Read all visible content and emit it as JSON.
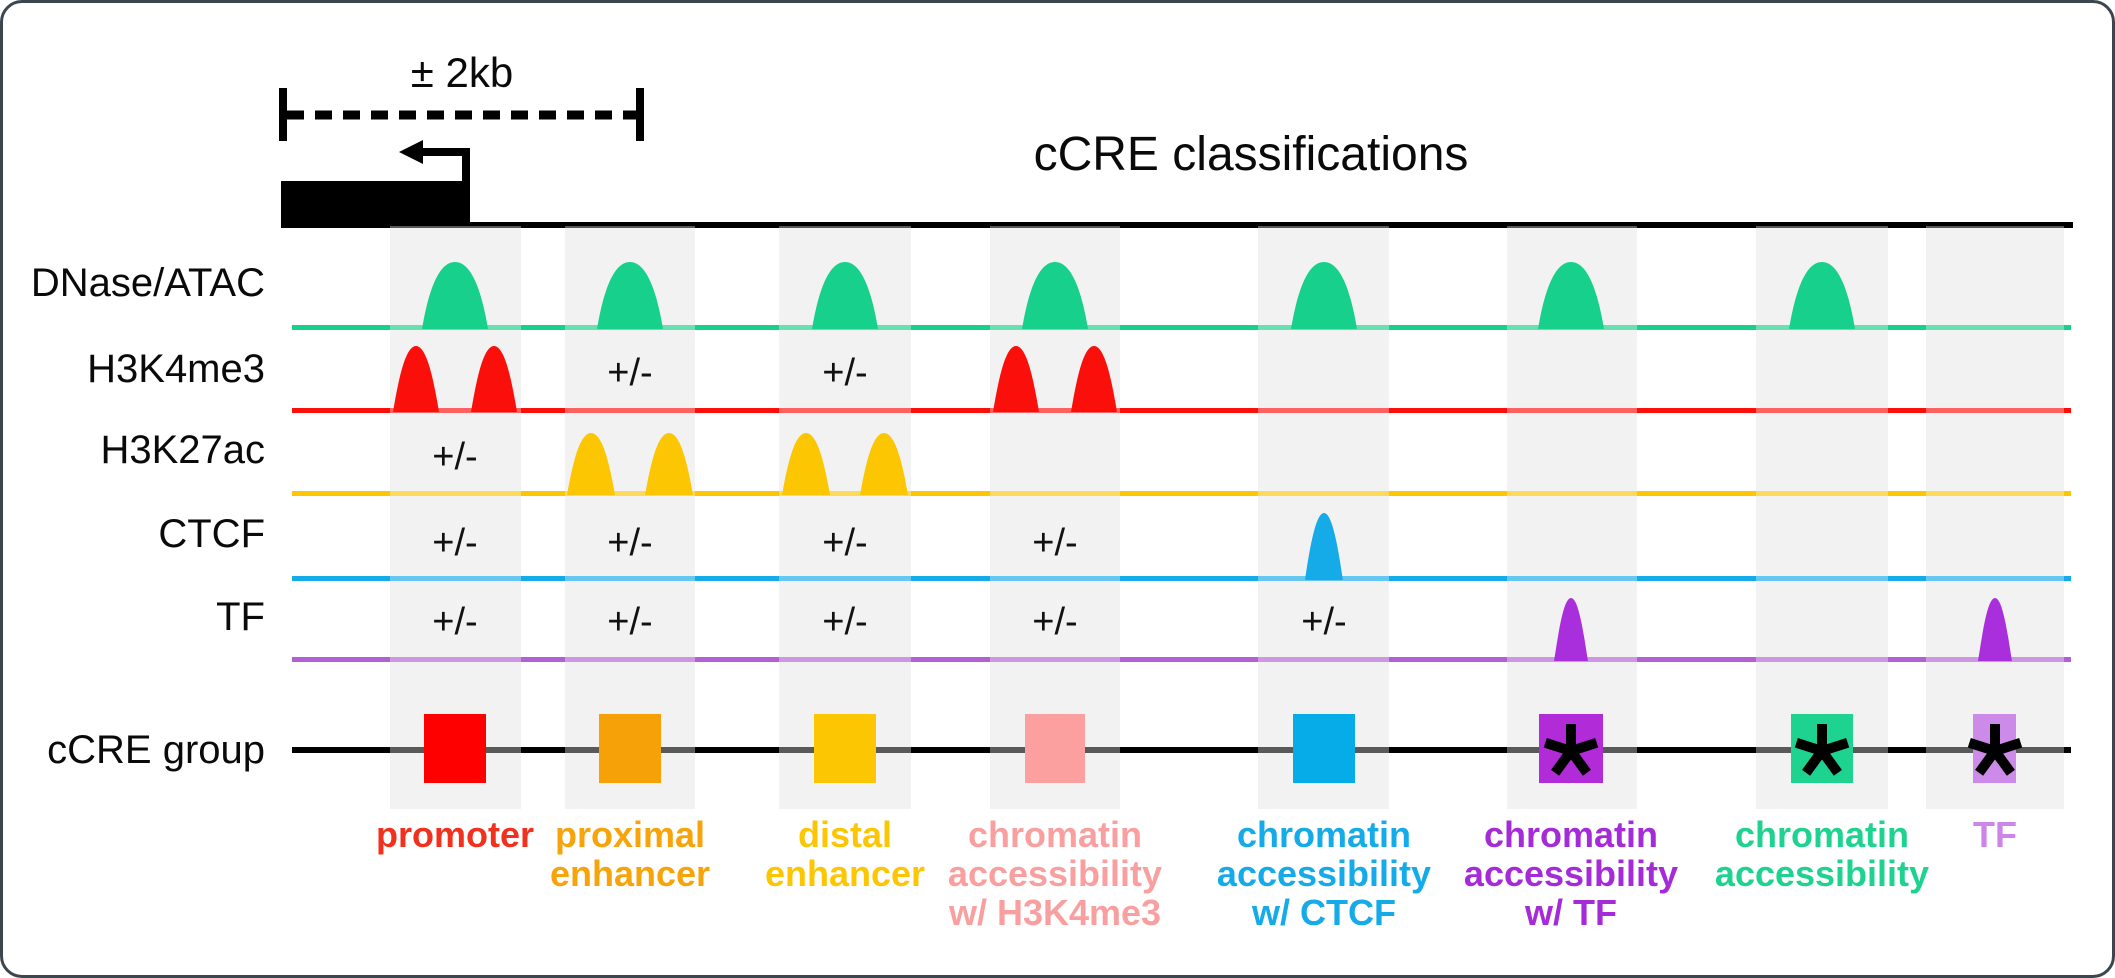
{
  "header": {
    "title": "cCRE classifications",
    "scale_label": "± 2kb"
  },
  "tracks": {
    "plus_minus": "+/-",
    "rows": [
      {
        "label": "DNase/ATAC",
        "color": "#17d08c"
      },
      {
        "label": "H3K4me3",
        "color": "#fb0f0b"
      },
      {
        "label": "H3K27ac",
        "color": "#fcc602"
      },
      {
        "label": "CTCF",
        "color": "#14abe8"
      },
      {
        "label": "TF",
        "color": "#b260d6"
      }
    ],
    "group_row_label": "cCRE group"
  },
  "groups": [
    {
      "label_lines": [
        "promoter"
      ],
      "color": "#f2301e",
      "swatch_color": "#fe0000",
      "starred": false,
      "signals": {
        "dnase_atac": "peak",
        "h3k4me3": "double peak",
        "h3k27ac": "+/-",
        "ctcf": "+/-",
        "tf": "+/-"
      }
    },
    {
      "label_lines": [
        "proximal",
        "enhancer"
      ],
      "color": "#f7a30a",
      "swatch_color": "#f7a108",
      "starred": false,
      "signals": {
        "dnase_atac": "peak",
        "h3k4me3": "+/-",
        "h3k27ac": "double peak",
        "ctcf": "+/-",
        "tf": "+/-"
      }
    },
    {
      "label_lines": [
        "distal",
        "enhancer"
      ],
      "color": "#fcc602",
      "swatch_color": "#fcc602",
      "starred": false,
      "signals": {
        "dnase_atac": "peak",
        "h3k4me3": "+/-",
        "h3k27ac": "double peak",
        "ctcf": "+/-",
        "tf": "+/-"
      }
    },
    {
      "label_lines": [
        "chromatin",
        "accessibility",
        "w/ H3K4me3"
      ],
      "color": "#f99f9f",
      "swatch_color": "#fb9f9f",
      "starred": false,
      "signals": {
        "dnase_atac": "peak",
        "h3k4me3": "double peak",
        "h3k27ac": "none",
        "ctcf": "+/-",
        "tf": "+/-"
      }
    },
    {
      "label_lines": [
        "chromatin",
        "accessibility",
        "w/ CTCF"
      ],
      "color": "#14abe8",
      "swatch_color": "#06ace8",
      "starred": false,
      "signals": {
        "dnase_atac": "peak",
        "h3k4me3": "none",
        "h3k27ac": "none",
        "ctcf": "peak",
        "tf": "+/-"
      }
    },
    {
      "label_lines": [
        "chromatin",
        "accessibility",
        "w/ TF"
      ],
      "color": "#a62bd8",
      "swatch_color": "#b12bd8",
      "starred": true,
      "signals": {
        "dnase_atac": "peak",
        "h3k4me3": "none",
        "h3k27ac": "none",
        "ctcf": "none",
        "tf": "peak"
      }
    },
    {
      "label_lines": [
        "chromatin",
        "accessibility"
      ],
      "color": "#1ed38f",
      "swatch_color": "#1ed38f",
      "starred": true,
      "signals": {
        "dnase_atac": "peak",
        "h3k4me3": "none",
        "h3k27ac": "none",
        "ctcf": "none",
        "tf": "none"
      }
    },
    {
      "label_lines": [
        "TF"
      ],
      "color": "#cc85e8",
      "swatch_color": "#cc8be8",
      "starred": true,
      "signals": {
        "dnase_atac": "none",
        "h3k4me3": "none",
        "h3k27ac": "none",
        "ctcf": "none",
        "tf": "peak"
      }
    }
  ],
  "palette": {
    "band_gray": "#ececec",
    "green": "#17d08c",
    "red": "#fb0f0b",
    "orange": "#f7a108",
    "yellow": "#fcc602",
    "pink": "#fb9f9f",
    "blue": "#14abe8",
    "purple": "#b12bd8",
    "violet": "#cc8be8",
    "black": "#000000"
  }
}
